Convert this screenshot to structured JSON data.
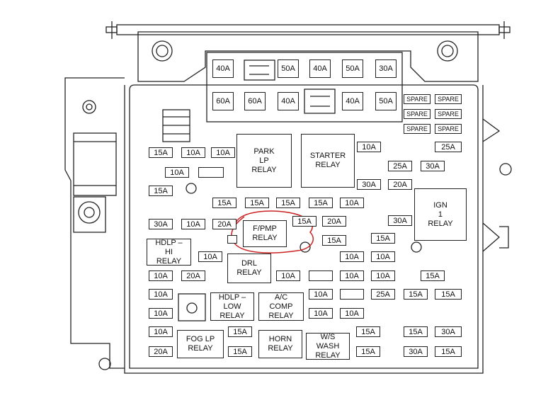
{
  "diagram": {
    "accent": "#cc2222",
    "highlighted": "f_pmp_relay",
    "big_fuses_top": [
      "40A",
      "50A",
      "40A",
      "50A",
      "30A"
    ],
    "big_fuses_bottom": [
      "60A",
      "60A",
      "40A",
      "40A",
      "50A"
    ],
    "spare": "SPARE",
    "relays": {
      "park_lp": "PARK\nLP\nRELAY",
      "starter": "STARTER\nRELAY",
      "ign1": "IGN\n1\nRELAY",
      "f_pmp": "F/PMP\nRELAY",
      "hdlp_hi": "HDLP –\nHI\nRELAY",
      "drl": "DRL\nRELAY",
      "hdlp_low": "HDLP –\nLOW\nRELAY",
      "ac_comp": "A/C\nCOMP\nRELAY",
      "fog_lp": "FOG LP\nRELAY",
      "horn": "HORN\nRELAY",
      "ws_wash": "W/S\nWASH\nRELAY"
    },
    "fuses": {
      "r1": [
        "15A",
        "10A",
        "10A"
      ],
      "r2": "10A",
      "r3": "15A",
      "r_top_right": [
        "10A",
        "25A",
        "25A",
        "30A",
        "30A",
        "20A"
      ],
      "r4": [
        "15A",
        "15A",
        "15A",
        "15A",
        "10A"
      ],
      "r5": [
        "30A",
        "10A",
        "20A",
        "15A",
        "20A",
        "30A"
      ],
      "r6": [
        "15A",
        "15A"
      ],
      "r7": [
        "10A",
        "10A",
        "10A"
      ],
      "r8": [
        "10A",
        "20A",
        "10A",
        "10A",
        "10A",
        "15A"
      ],
      "r9": [
        "10A",
        "10A",
        "25A",
        "15A",
        "15A"
      ],
      "r10": [
        "10A",
        "10A",
        "10A"
      ],
      "r11": [
        "10A",
        "15A",
        "15A",
        "15A",
        "30A"
      ],
      "r12": [
        "20A",
        "15A",
        "15A",
        "30A",
        "15A"
      ]
    }
  }
}
